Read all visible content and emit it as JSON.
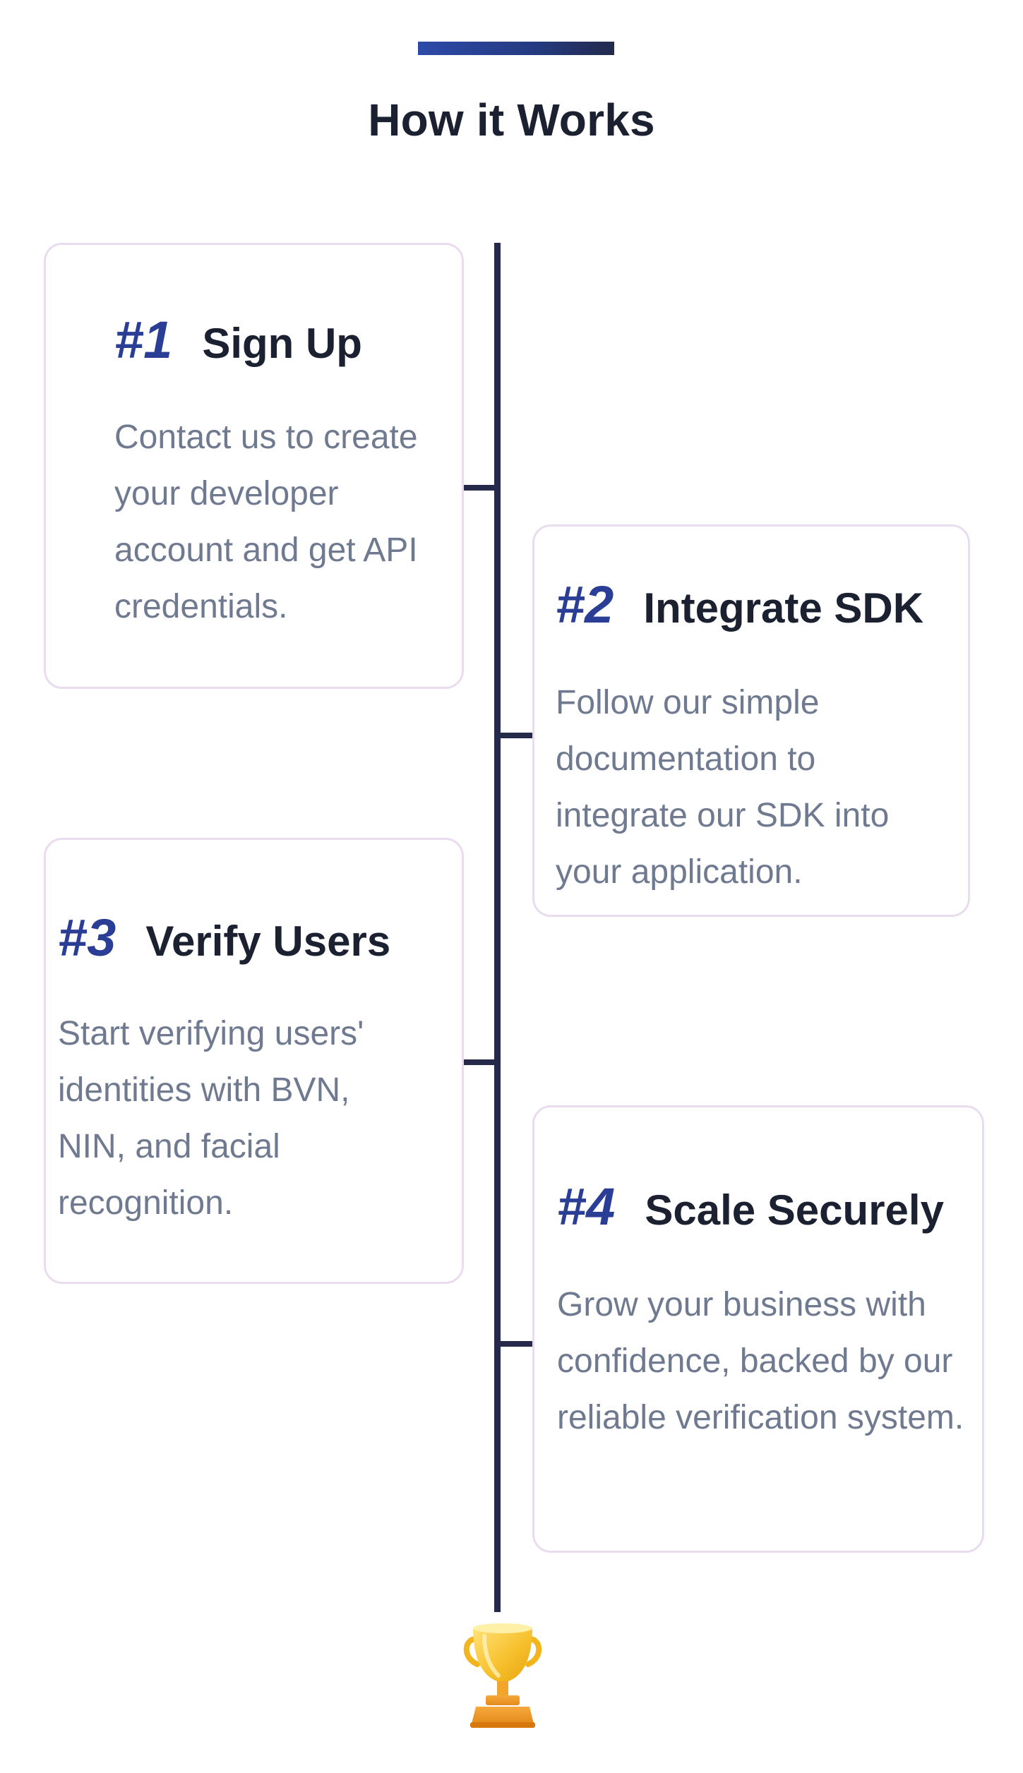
{
  "section": {
    "title": "How it Works"
  },
  "steps": [
    {
      "number": "#1",
      "title": "Sign Up",
      "description": "Contact us to create your developer account and get API credentials."
    },
    {
      "number": "#2",
      "title": "Integrate SDK",
      "description": "Follow our simple documentation to integrate our SDK into your application."
    },
    {
      "number": "#3",
      "title": "Verify Users",
      "description": "Start verifying users' identities with BVN, NIN, and facial recognition."
    },
    {
      "number": "#4",
      "title": "Scale Securely",
      "description": "Grow your business with confidence, backed by our reliable verification system."
    }
  ],
  "finale_icon": "trophy-icon",
  "colors": {
    "accent": "#2a3e96",
    "timeline": "#252a4a",
    "card_border": "#e9dcef",
    "heading": "#1b2130",
    "body_text": "#6f7a91"
  }
}
